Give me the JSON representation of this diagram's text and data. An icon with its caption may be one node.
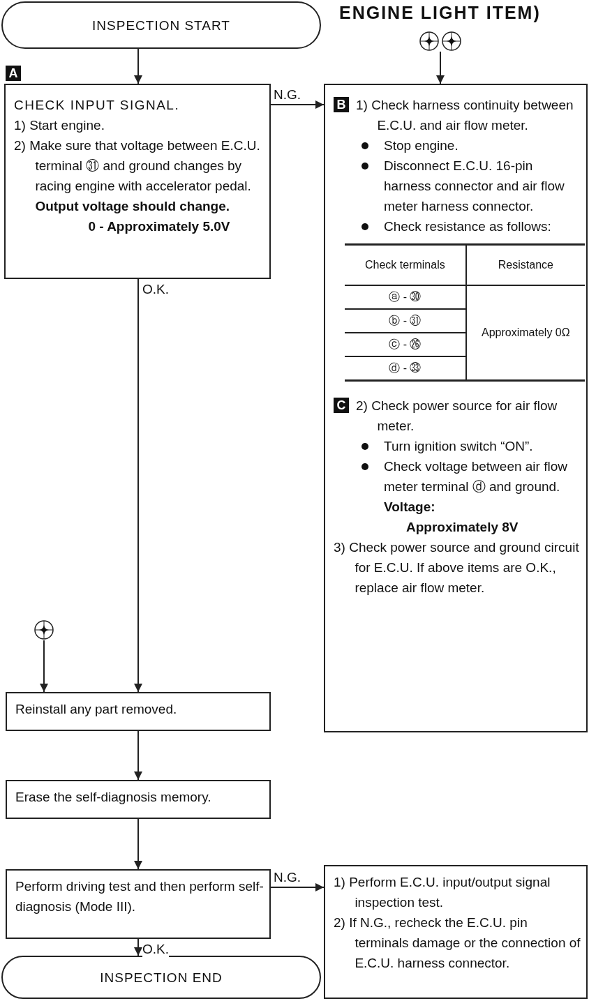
{
  "diagram": {
    "title": "ENGINE LIGHT ITEM)",
    "nodes": [
      {
        "text": [
          "INSPECTION START"
        ]
      },
      {
        "text": [
          "CHECK INPUT SIGNAL.",
          "1) Start engine.",
          "2) Make sure that voltage between E.C.U. terminal ㉛ and ground changes by racing engine with accelerator pedal.",
          "Output voltage should change.",
          "0 - Approximately 5.0V"
        ],
        "beside": [
          "A"
        ]
      },
      {
        "text": [],
        "shape": "circle"
      },
      {
        "text": [
          "B",
          "1) Check harness continuity between E.C.U. and air flow meter.",
          "Stop engine.",
          "Disconnect E.C.U. 16-pin harness connector and air flow meter harness connector.",
          "Check resistance as follows:",
          "C",
          "2) Check power source for air flow meter.",
          "Turn ignition switch “ON”.",
          "Check voltage between air flow meter terminal ⓓ and ground.",
          "Voltage:",
          "Approximately 8V",
          "3) Check power source and ground circuit for E.C.U. If above items are O.K., replace air flow meter."
        ]
      },
      {
        "text": [],
        "shape": "circle"
      },
      {
        "text": [
          "Reinstall any part removed."
        ]
      },
      {
        "text": [
          "Erase the self-diagnosis memory."
        ]
      },
      {
        "text": [
          "Perform driving test and then perform self-diagnosis (Mode III)."
        ]
      },
      {
        "text": [
          "1) Perform E.C.U. input/output signal inspection test.",
          "2) If N.G., recheck the E.C.U. pin terminals damage or the connection of E.C.U. harness connector."
        ]
      },
      {
        "text": [
          "INSPECTION END"
        ]
      }
    ],
    "edges": [
      {
        "from": 0,
        "to": 1,
        "arrow": "to"
      },
      {
        "from": 1,
        "to": 3,
        "arrow": "to",
        "label": "N.G."
      },
      {
        "from": 2,
        "to": 3,
        "arrow": "to"
      },
      {
        "from": 1,
        "to": 5,
        "arrow": "to",
        "label": "O.K."
      },
      {
        "from": 4,
        "to": 5,
        "arrow": "to"
      },
      {
        "from": 5,
        "to": 6,
        "arrow": "to"
      },
      {
        "from": 6,
        "to": 7,
        "arrow": "to"
      },
      {
        "from": 7,
        "to": 8,
        "arrow": "to",
        "label": "N.G."
      },
      {
        "from": 7,
        "to": 9,
        "arrow": "to",
        "label": "O.K."
      }
    ],
    "labels": [
      "Check terminals",
      "Resistance",
      "ⓐ - ㉚",
      "Approximately 0Ω",
      "ⓑ - ㉛",
      "ⓒ - ㉖",
      "ⓓ - ㉝"
    ]
  }
}
